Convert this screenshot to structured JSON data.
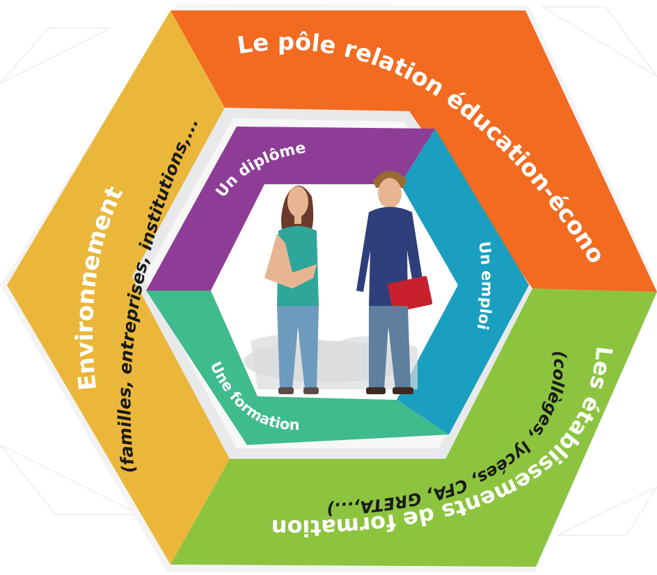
{
  "colors": {
    "outer_orange": "#F26B21",
    "outer_yellow": "#EBB73B",
    "outer_green": "#8CC43F",
    "inner_purple": "#8E3D97",
    "inner_blue": "#1A9FC0",
    "inner_teal": "#3FBB8E",
    "ring": "#E6E7E9",
    "center": "#FFFFFF"
  },
  "outer_ring": {
    "top_right": {
      "title": "Le pôle relation éducation-économie"
    },
    "left": {
      "title": "Environnement",
      "subtitle": "(familles, entreprises, institutions,...)"
    },
    "bottom": {
      "title": "Les établissements de formation",
      "subtitle": "(collèges, lycées, CFA, GRETA,...)"
    }
  },
  "inner_ring": {
    "top": {
      "label": "Un diplôme"
    },
    "right": {
      "label": "Un emploi"
    },
    "bottom": {
      "label": "Une formation"
    }
  },
  "illustration": {
    "icon": "young-woman-and-young-man-standing"
  }
}
